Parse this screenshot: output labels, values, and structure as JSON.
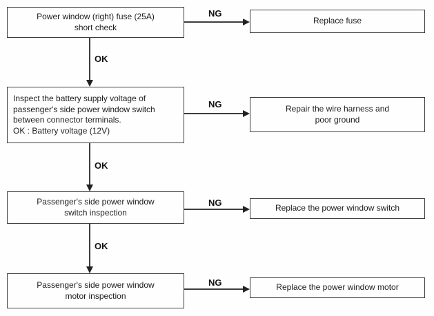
{
  "flowchart": {
    "rows": [
      {
        "process": "Power window (right) fuse (25A)\nshort check",
        "branch_label": "NG",
        "result": "Replace fuse",
        "next_label": "OK"
      },
      {
        "process": "Inspect the battery supply voltage of\npassenger's side power window switch\nbetween connector terminals.\nOK : Battery voltage (12V)",
        "branch_label": "NG",
        "result": "Repair the wire harness and\npoor ground",
        "next_label": "OK"
      },
      {
        "process": "Passenger's side power window\nswitch inspection",
        "branch_label": "NG",
        "result": "Replace the power window switch",
        "next_label": "OK"
      },
      {
        "process": "Passenger's side power window\nmotor inspection",
        "branch_label": "NG",
        "result": "Replace the power window motor"
      }
    ]
  }
}
